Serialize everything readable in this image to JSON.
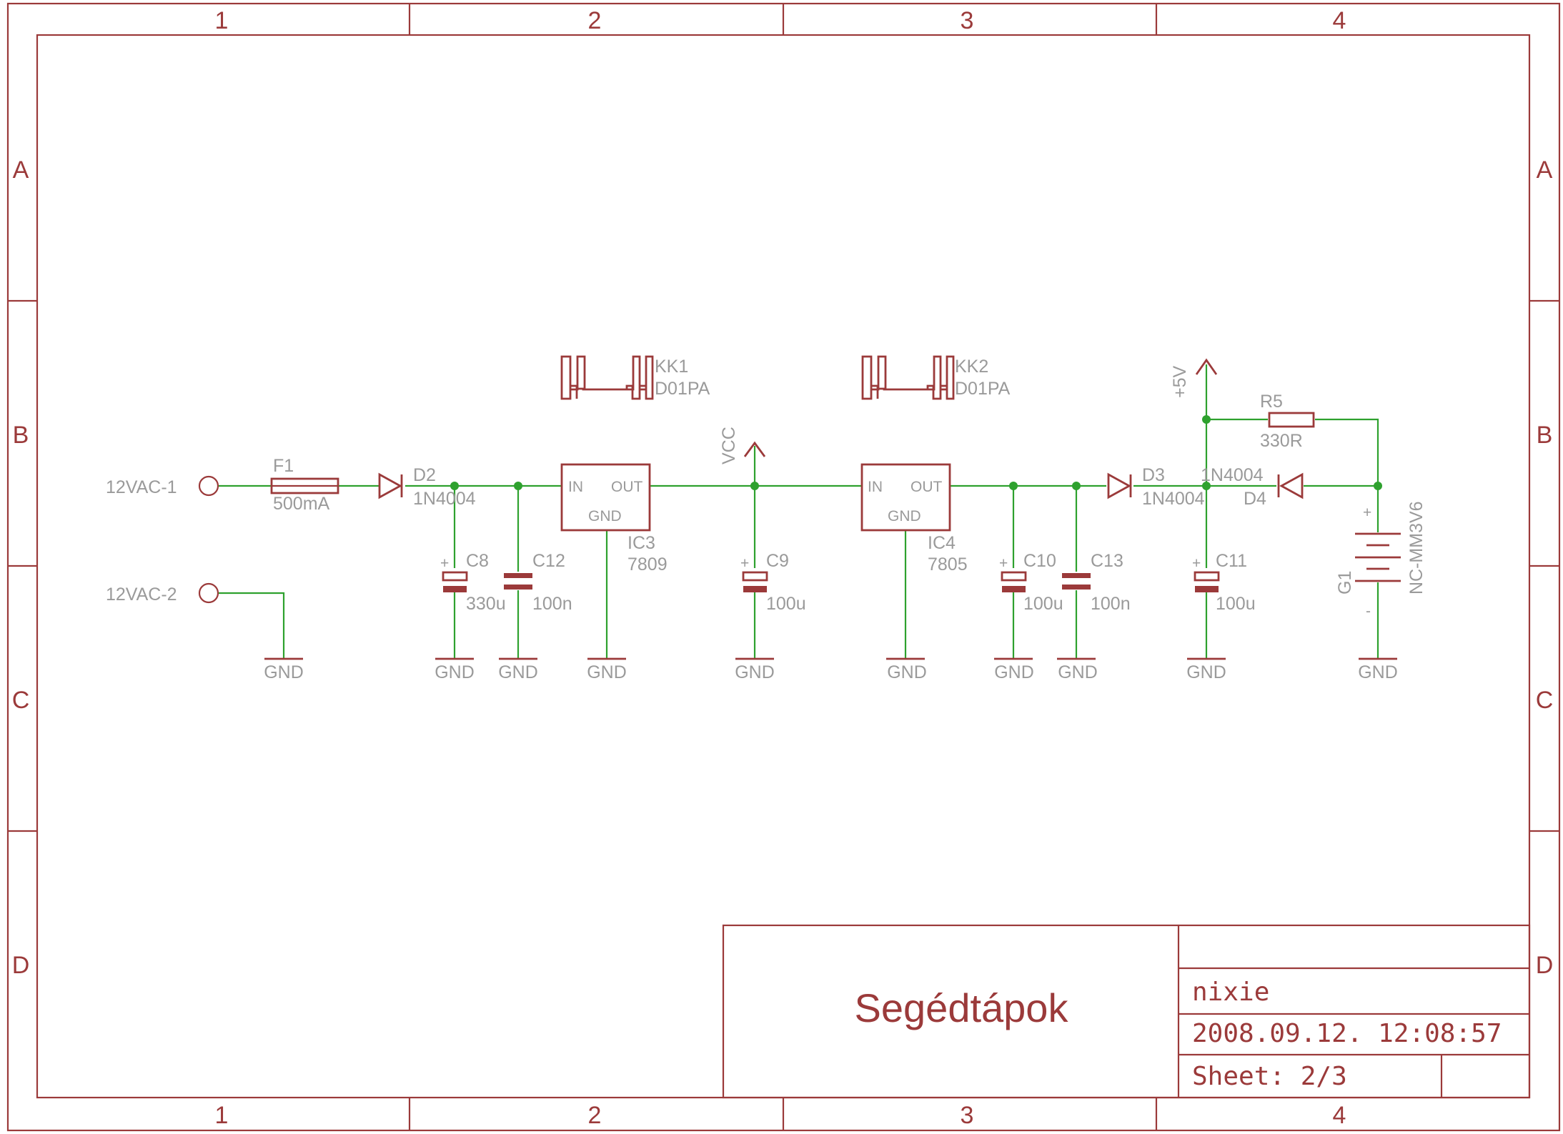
{
  "zones": {
    "columns": [
      "1",
      "2",
      "3",
      "4"
    ],
    "rows": [
      "A",
      "B",
      "C",
      "D"
    ]
  },
  "title_block": {
    "title": "Segédtápok",
    "project": "nixie",
    "datetime": "2008.09.12. 12:08:57",
    "sheet": "Sheet: 2/3"
  },
  "connectors": [
    {
      "name": "12VAC-1"
    },
    {
      "name": "12VAC-2"
    }
  ],
  "components": {
    "F1": {
      "ref": "F1",
      "value": "500mA"
    },
    "D2": {
      "ref": "D2",
      "value": "1N4004"
    },
    "C8": {
      "ref": "C8",
      "value": "330u"
    },
    "C12": {
      "ref": "C12",
      "value": "100n"
    },
    "IC3": {
      "ref": "IC3",
      "value": "7809",
      "pin_in": "IN",
      "pin_out": "OUT",
      "pin_gnd": "GND"
    },
    "KK1": {
      "ref": "KK1",
      "value": "D01PA"
    },
    "C9": {
      "ref": "C9",
      "value": "100u"
    },
    "IC4": {
      "ref": "IC4",
      "value": "7805",
      "pin_in": "IN",
      "pin_out": "OUT",
      "pin_gnd": "GND"
    },
    "KK2": {
      "ref": "KK2",
      "value": "D01PA"
    },
    "C10": {
      "ref": "C10",
      "value": "100u"
    },
    "C13": {
      "ref": "C13",
      "value": "100n"
    },
    "D3": {
      "ref": "D3",
      "value": "1N4004"
    },
    "D4": {
      "ref": "D4",
      "value": "1N4004"
    },
    "C11": {
      "ref": "C11",
      "value": "100u"
    },
    "R5": {
      "ref": "R5",
      "value": "330R"
    },
    "G1": {
      "ref": "G1",
      "value": "NC-MM3V6",
      "plus": "+",
      "minus": "-"
    }
  },
  "supplies": {
    "vcc": "VCC",
    "p5v": "+5V",
    "gnd": "GND"
  }
}
